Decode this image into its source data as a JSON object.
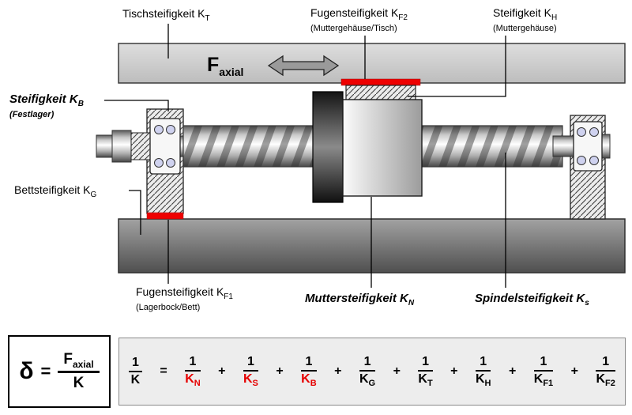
{
  "colors": {
    "highlight_red": "#ee0000",
    "table_gray": "#cfcfcf",
    "bed_gray": "#6a6a6a",
    "formula_box_bg": "#ededed"
  },
  "diagram": {
    "force": {
      "main": "F",
      "sub": "axial"
    },
    "labels": {
      "tisch": {
        "main": "Tischsteifigkeit K",
        "sub": "T"
      },
      "fuge2": {
        "main": "Fugensteifigkeit K",
        "sub": "F2",
        "note": "(Muttergehäuse/Tisch)"
      },
      "gehaeuse": {
        "main": "Steifigkeit K",
        "sub": "H",
        "note": "(Muttergehäuse)"
      },
      "festlager": {
        "main": "Steifigkeit K",
        "sub": "B",
        "note": "(Festlager)"
      },
      "bett": {
        "main": "Bettsteifigkeit K",
        "sub": "G"
      },
      "fuge1": {
        "main": "Fugensteifigkeit K",
        "sub": "F1",
        "note": "(Lagerbock/Bett)"
      },
      "mutter": {
        "main": "Muttersteifigkeit K",
        "sub": "N"
      },
      "spindel": {
        "main": "Spindelsteifigkeit K",
        "sub": "s"
      }
    }
  },
  "formula": {
    "delta": {
      "symbol": "δ",
      "equals": "=",
      "num_main": "F",
      "num_sub": "axial",
      "den": "K"
    },
    "sum": {
      "lhs": {
        "num": "1",
        "den": "K"
      },
      "equals": "=",
      "plus": "+",
      "terms": [
        {
          "num": "1",
          "den": "K",
          "sub": "N",
          "red": true
        },
        {
          "num": "1",
          "den": "K",
          "sub": "S",
          "red": true
        },
        {
          "num": "1",
          "den": "K",
          "sub": "B",
          "red": true
        },
        {
          "num": "1",
          "den": "K",
          "sub": "G",
          "red": false
        },
        {
          "num": "1",
          "den": "K",
          "sub": "T",
          "red": false
        },
        {
          "num": "1",
          "den": "K",
          "sub": "H",
          "red": false
        },
        {
          "num": "1",
          "den": "K",
          "sub": "F1",
          "red": false
        },
        {
          "num": "1",
          "den": "K",
          "sub": "F2",
          "red": false
        }
      ]
    }
  }
}
